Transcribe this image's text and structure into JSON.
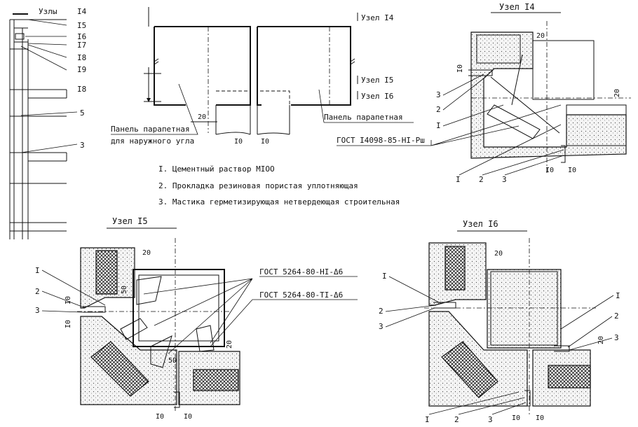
{
  "elevation": {
    "title": "Узлы",
    "labels": [
      "I4",
      "I5",
      "I6",
      "I7",
      "I8",
      "I9",
      "I8",
      "5",
      "3"
    ]
  },
  "panel_view": {
    "node_refs": [
      "Узел I4",
      "Узел I5",
      "Узел I6"
    ],
    "label_corner_1": "Панель парапетная",
    "label_corner_2": "для наружного угла",
    "label_right": "Панель парапетная",
    "dims": [
      "20",
      "I0",
      "I0"
    ]
  },
  "legend": [
    "I. Цементный раствор MIOO",
    "2. Прокладка резиновая пористая уплотняющая",
    "3. Мастика герметизирующая нетвердеющая строительная"
  ],
  "node14": {
    "title": "Узел I4",
    "gost": "ГОСТ I4098-85-HI-Pш",
    "dims": [
      "20",
      "I0",
      "20",
      "I0",
      "I0"
    ],
    "callouts": [
      "3",
      "2",
      "I",
      "I",
      "2",
      "3"
    ]
  },
  "node15": {
    "title": "Узел I5",
    "gost_1": "ГОСТ 5264-80-HI-Δ6",
    "gost_2": "ГОСТ 5264-80-TI-Δ6",
    "dims": [
      "20",
      "50",
      "I0",
      "I0",
      "20",
      "50",
      "I0",
      "I0"
    ],
    "callouts": [
      "I",
      "2",
      "3"
    ]
  },
  "node16": {
    "title": "Узел I6",
    "dims": [
      "20",
      "20",
      "I0",
      "I0"
    ],
    "callouts": [
      "I",
      "2",
      "3",
      "I",
      "2",
      "3",
      "I",
      "2",
      "3"
    ]
  }
}
